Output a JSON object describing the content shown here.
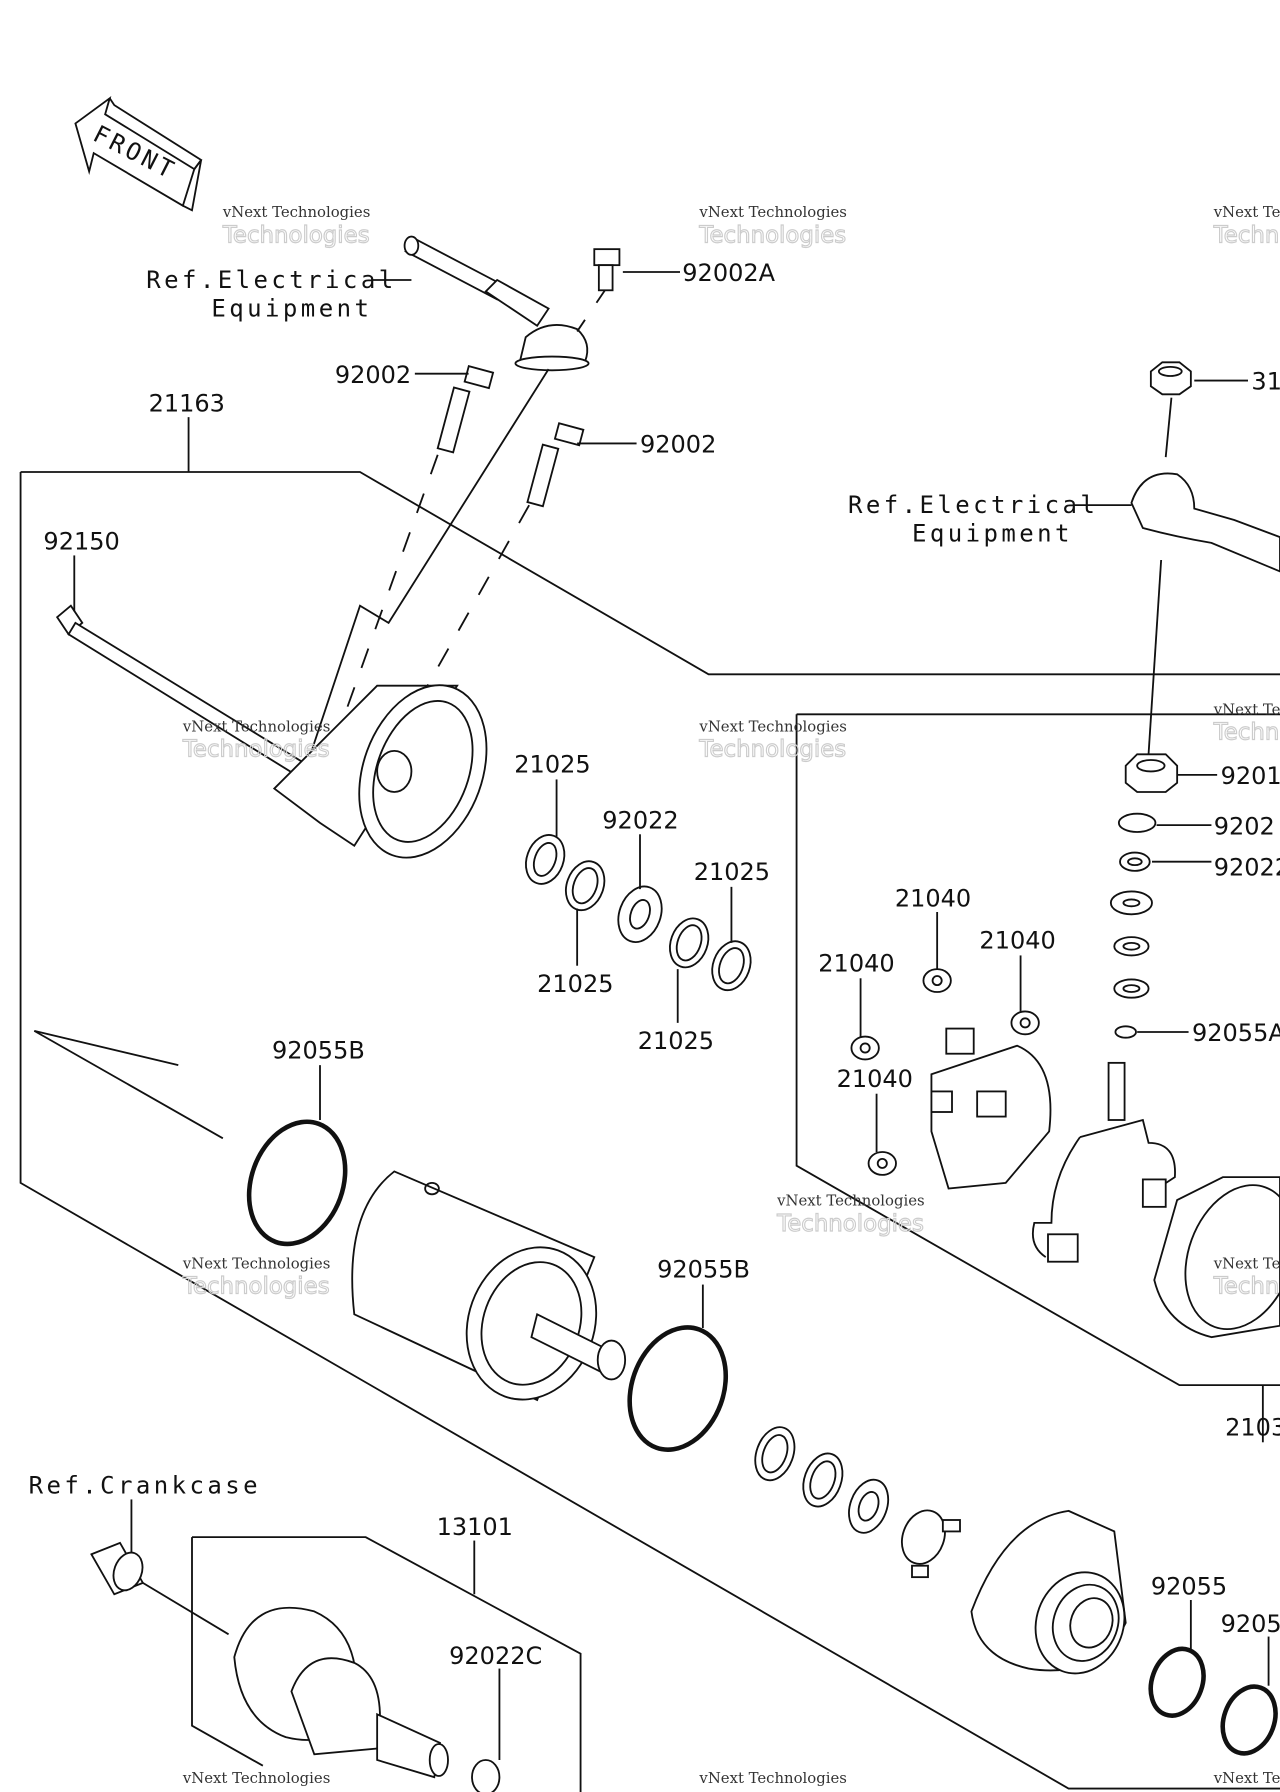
{
  "front_arrow": {
    "label": "FRONT"
  },
  "watermark": {
    "line1": "vNext Technologies",
    "line2": "Technologies",
    "line3": "vNext"
  },
  "labels": {
    "ref_elec_1a": "Ref.Electrical",
    "ref_elec_1b": "Equipment",
    "ref_elec_2a": "Ref.Electrical",
    "ref_elec_2b": "Equipment",
    "ref_crankcase": "Ref.Crankcase",
    "p92002A": "92002A",
    "p92002_a": "92002",
    "p92002_b": "92002",
    "p21163": "21163",
    "p92150": "92150",
    "p21025_a": "21025",
    "p92022": "92022",
    "p21025_b": "21025",
    "p21025_c": "21025",
    "p21025_d": "21025",
    "p92055B_a": "92055B",
    "p92055B_b": "92055B",
    "p21040_a": "21040",
    "p21040_b": "21040",
    "p21040_c": "21040",
    "p21040_d": "21040",
    "p31": "31",
    "p9201": "9201",
    "p9202": "9202",
    "p92022_r": "92022",
    "p92055A": "92055A",
    "p2103": "2103",
    "p13101": "13101",
    "p92022C": "92022C",
    "p92055": "92055",
    "p9205": "9205"
  }
}
